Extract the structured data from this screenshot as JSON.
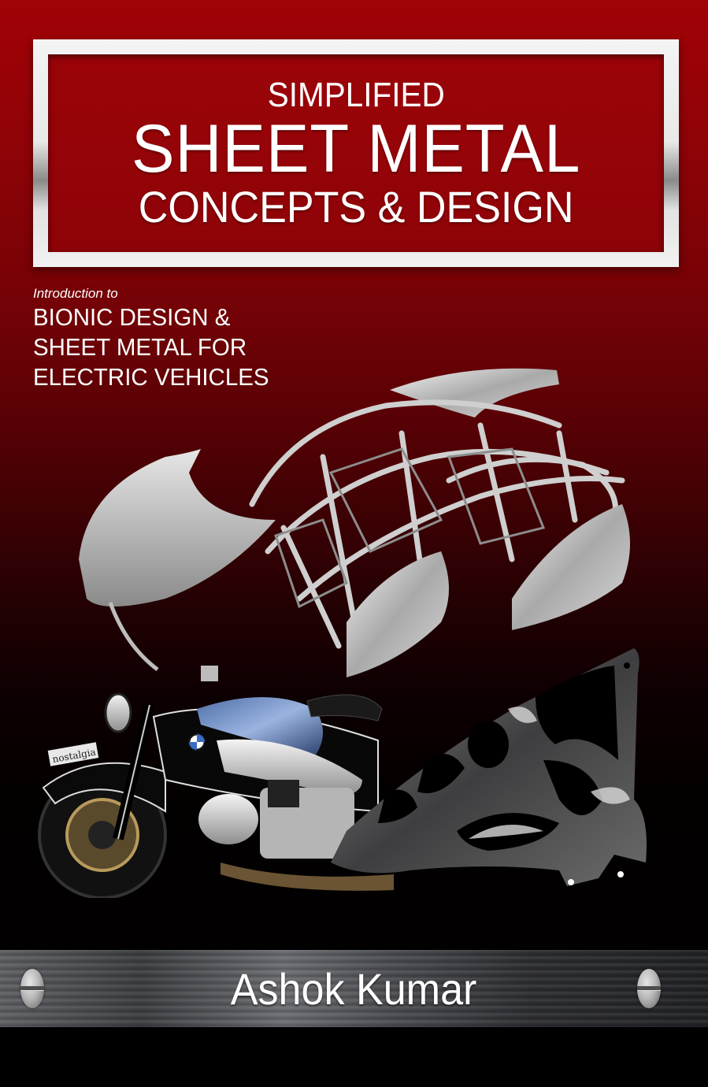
{
  "cover": {
    "background_colors": {
      "top": "#a10206",
      "middle": "#3b0104",
      "bottom": "#000000"
    },
    "title": {
      "line1": "SIMPLIFIED",
      "line2": "SHEET METAL",
      "line3": "CONCEPTS & DESIGN",
      "frame_color": "#f0f0f0",
      "panel_color": "#960409"
    },
    "subtitle": {
      "intro": "Introduction to",
      "lines": [
        "BIONIC DESIGN &",
        "SHEET METAL FOR",
        "ELECTRIC VEHICLES"
      ]
    },
    "illustrations": {
      "car": "exploded-car-body-in-white",
      "motorcycle": "bmw-motorcycle",
      "motorcycle_plate_text": "nostalgia",
      "bionic_part": "bionic-generative-frame"
    },
    "author_plate": {
      "name": "Ashok Kumar",
      "left_icon": "screw-icon",
      "right_icon": "screw-icon"
    }
  }
}
